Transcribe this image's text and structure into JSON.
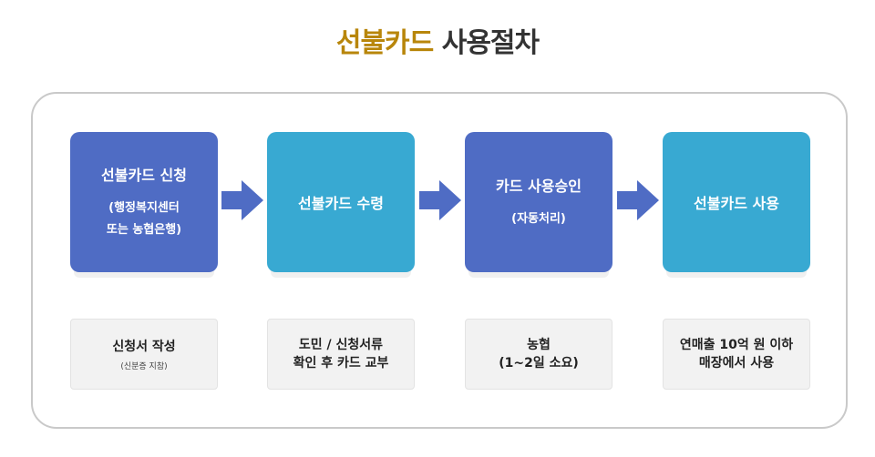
{
  "title": {
    "accent": "선불카드",
    "rest": "사용절차"
  },
  "steps": [
    {
      "main": "선불카드 신청",
      "sub1": "(행정복지센터",
      "sub2": "또는 농협은행)"
    },
    {
      "main": "선불카드 수령"
    },
    {
      "main": "카드 사용승인",
      "sub1": "(자동처리)"
    },
    {
      "main": "선불카드 사용"
    }
  ],
  "notes": [
    {
      "line1": "신청서 작성",
      "small": "(신분증 지참)"
    },
    {
      "line1": "도민 / 신청서류",
      "line2": "확인 후 카드 교부"
    },
    {
      "line1": "농협",
      "line2": "(1~2일 소요)"
    },
    {
      "line1": "연매출 10억 원 이하",
      "line2": "매장에서 사용"
    }
  ],
  "colors": {
    "accent": "#b8860b",
    "blue": "#4f6cc4",
    "teal": "#38a9d2",
    "arrow": "#4f6cc4"
  }
}
